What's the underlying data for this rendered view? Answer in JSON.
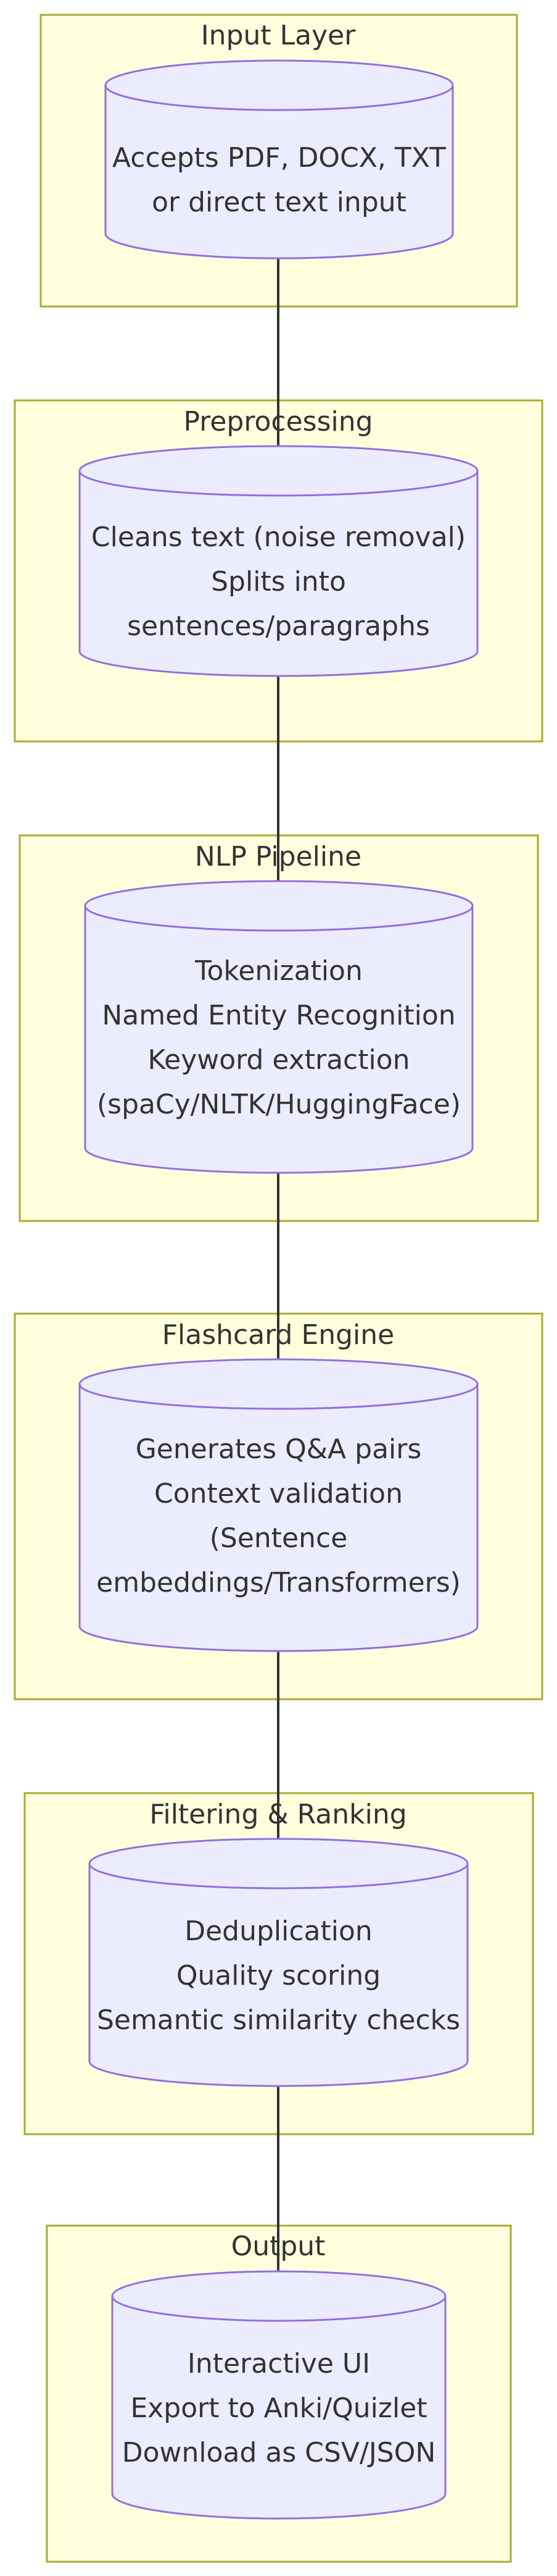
{
  "stages": [
    {
      "title": "Input Layer",
      "lines": [
        "Accepts PDF, DOCX, TXT",
        "or direct text input"
      ]
    },
    {
      "title": "Preprocessing",
      "lines": [
        "Cleans text (noise removal)",
        "Splits into",
        "sentences/paragraphs"
      ]
    },
    {
      "title": "NLP Pipeline",
      "lines": [
        "Tokenization",
        "Named Entity Recognition",
        "Keyword extraction",
        "(spaCy/NLTK/HuggingFace)"
      ]
    },
    {
      "title": "Flashcard Engine",
      "lines": [
        "Generates Q&A pairs",
        "Context validation",
        "(Sentence",
        "embeddings/Transformers)"
      ]
    },
    {
      "title": "Filtering & Ranking",
      "lines": [
        "Deduplication",
        "Quality scoring",
        "Semantic similarity checks"
      ]
    },
    {
      "title": "Output",
      "lines": [
        "Interactive UI",
        "Export to Anki/Quizlet",
        "Download as CSV/JSON"
      ]
    }
  ],
  "colors": {
    "cluster_fill": "#ffffde",
    "cluster_stroke": "#aaaa33",
    "node_fill": "#ececff",
    "node_stroke": "#9370db",
    "edge": "#333333",
    "text": "#333333"
  }
}
